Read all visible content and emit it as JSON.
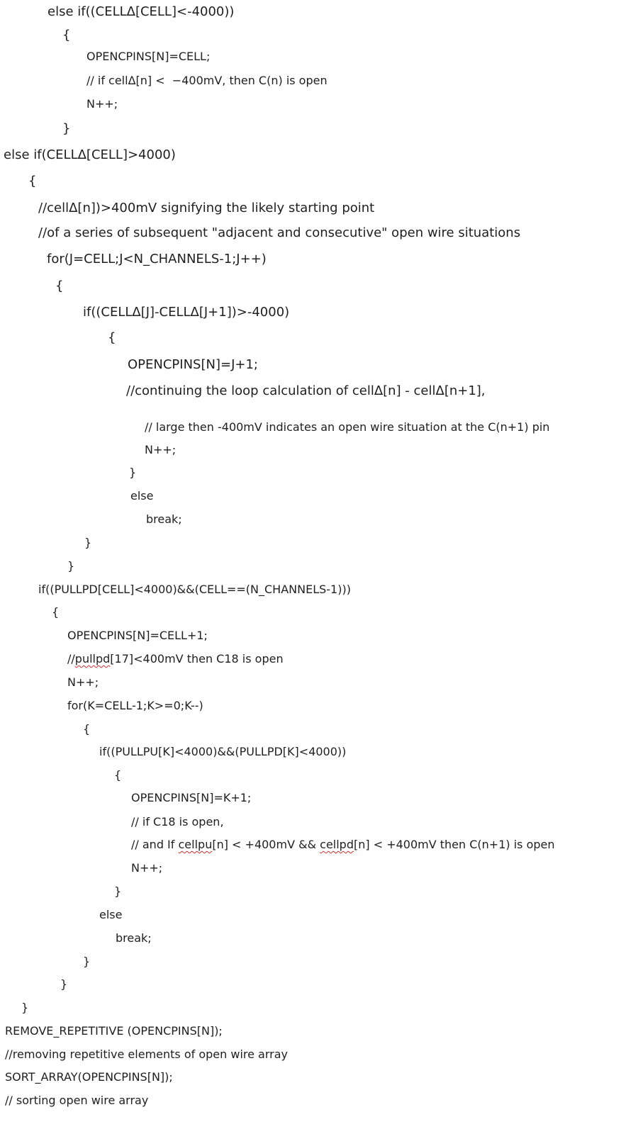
{
  "code_lines": [
    {
      "text": "else if((CELLΔ[CELL]<-4000))"
    },
    {
      "text": "{"
    },
    {
      "text": "OPENCPINS[N]=CELL;"
    },
    {
      "text": "// if cellΔ[n] <  −400mV, then C(n) is open"
    },
    {
      "text": "N++;"
    },
    {
      "text": "}"
    },
    {
      "text": "else if(CELLΔ[CELL]>4000)"
    },
    {
      "text": "{"
    },
    {
      "text": "//cellΔ[n])>400mV signifying the likely starting point"
    },
    {
      "text": "//of a series of subsequent \"adjacent and consecutive\" open wire situations"
    },
    {
      "text": "for(J=CELL;J<N_CHANNELS-1;J++)"
    },
    {
      "text": "{"
    },
    {
      "text": "if((CELLΔ[J]-CELLΔ[J+1])>-4000)"
    },
    {
      "text": "{"
    },
    {
      "text": "OPENCPINS[N]=J+1;"
    },
    {
      "text": "//continuing the loop calculation of cellΔ[n] - cellΔ[n+1],"
    },
    {
      "text": "// large then -400mV indicates an open wire situation at the C(n+1) pin"
    },
    {
      "text": "N++;"
    },
    {
      "text": "}"
    },
    {
      "text": "else"
    },
    {
      "text": "break;"
    },
    {
      "text": "}"
    },
    {
      "text": "}"
    },
    {
      "text": "if((PULLPD[CELL]<4000)&&(CELL==(N_CHANNELS-1)))"
    },
    {
      "text": "{"
    },
    {
      "text": "OPENCPINS[N]=CELL+1;"
    },
    {
      "segments": [
        {
          "text": "//"
        },
        {
          "text": "pullpd"
        },
        {
          "text": "[17]<400mV then C18 is open"
        }
      ]
    },
    {
      "text": "N++;"
    },
    {
      "text": "for(K=CELL-1;K>=0;K--)"
    },
    {
      "text": "{"
    },
    {
      "text": "if((PULLPU[K]<4000)&&(PULLPD[K]<4000))"
    },
    {
      "text": "{"
    },
    {
      "text": "OPENCPINS[N]=K+1;"
    },
    {
      "text": "// if C18 is open,"
    },
    {
      "segments": [
        {
          "text": "// and If "
        },
        {
          "text": "cellpu"
        },
        {
          "text": "[n] < +400mV && "
        },
        {
          "text": "cellpd"
        },
        {
          "text": "[n] < +400mV then C(n+1) is open"
        }
      ]
    },
    {
      "text": "N++;"
    },
    {
      "text": "}"
    },
    {
      "text": "else"
    },
    {
      "text": "break;"
    },
    {
      "text": "}"
    },
    {
      "text": "}"
    },
    {
      "text": "}"
    },
    {
      "text": "REMOVE_REPETITIVE (OPENCPINS[N]);"
    },
    {
      "text": "//removing repetitive elements of open wire array"
    },
    {
      "text": "SORT_ARRAY(OPENCPINS[N]);"
    },
    {
      "text": "// sorting open wire array"
    }
  ],
  "colors": {
    "text": "#1f1f1f",
    "spellcheck_underline": "#d32f2f",
    "background": "#ffffff"
  }
}
